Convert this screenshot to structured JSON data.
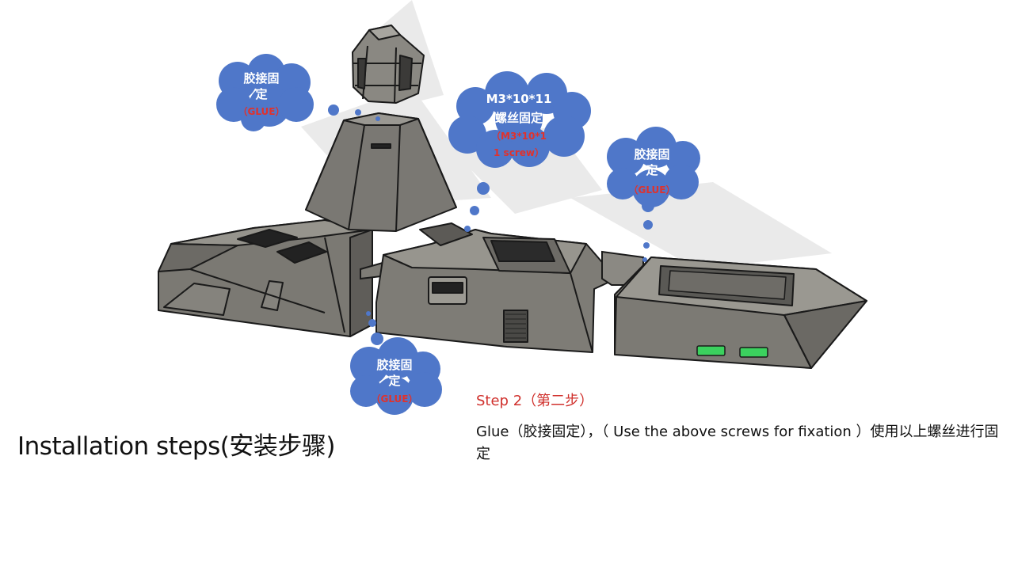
{
  "callouts": {
    "glue_top_left": {
      "line1": "胶接固",
      "line2": "定",
      "line3": "（GLUE）"
    },
    "screw_center": {
      "line1": "M3*10*11",
      "line2": "螺丝固定",
      "line3": "（M3*10*1",
      "line4": "1 screw）"
    },
    "glue_right": {
      "line1": "胶接固",
      "line2": "定",
      "line3": "（GLUE）"
    },
    "glue_bottom": {
      "line1": "胶接固",
      "line2": "定",
      "line3": "（GLUE）"
    }
  },
  "caption": {
    "title": "Installation steps(安装步骤)",
    "step_title": "Step 2（第二步）",
    "step_desc": "Glue（胶接固定），（ Use the above screws for fixation ）使用以上螺丝进行固定"
  },
  "colors": {
    "cloud": "#4f77c9",
    "cloud_text": "#ffffff",
    "cloud_red_text": "#e0322c",
    "model_body": "#7d7b75",
    "model_edge": "#1a1a1a",
    "led": "#3bd15e",
    "step_red": "#d0312d"
  }
}
